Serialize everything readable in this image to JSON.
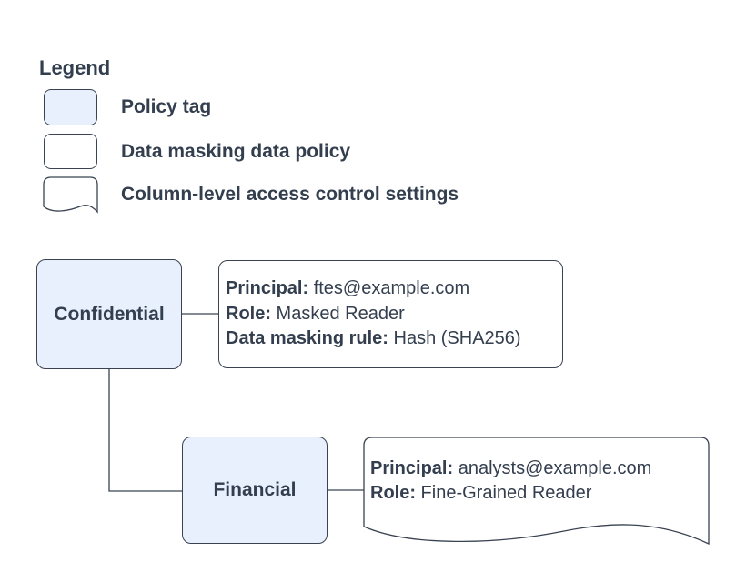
{
  "colors": {
    "policy_tag_fill": "#e8f0fe",
    "shape_fill": "#ffffff",
    "stroke": "#3a4351",
    "text": "#333e4e",
    "background": "#ffffff"
  },
  "legend": {
    "title": "Legend",
    "items": [
      {
        "symbol": "policy-tag-swatch",
        "label": "Policy tag"
      },
      {
        "symbol": "data-masking-policy-swatch",
        "label": "Data masking data policy"
      },
      {
        "symbol": "column-access-document-swatch",
        "label": "Column-level access control settings"
      }
    ]
  },
  "diagram": {
    "nodes": {
      "confidential": {
        "label": "Confidential",
        "type": "policy-tag"
      },
      "financial": {
        "label": "Financial",
        "type": "policy-tag"
      }
    },
    "masking_policy": {
      "type": "data-masking-data-policy",
      "fields": [
        {
          "name": "Principal:",
          "value": " ftes@example.com"
        },
        {
          "name": "Role:",
          "value": " Masked Reader"
        },
        {
          "name": "Data masking rule:",
          "value": " Hash (SHA256)"
        }
      ]
    },
    "access_settings": {
      "type": "column-level-access-control-settings",
      "fields": [
        {
          "name": "Principal:",
          "value": " analysts@example.com"
        },
        {
          "name": "Role:",
          "value": " Fine-Grained Reader"
        }
      ]
    }
  }
}
